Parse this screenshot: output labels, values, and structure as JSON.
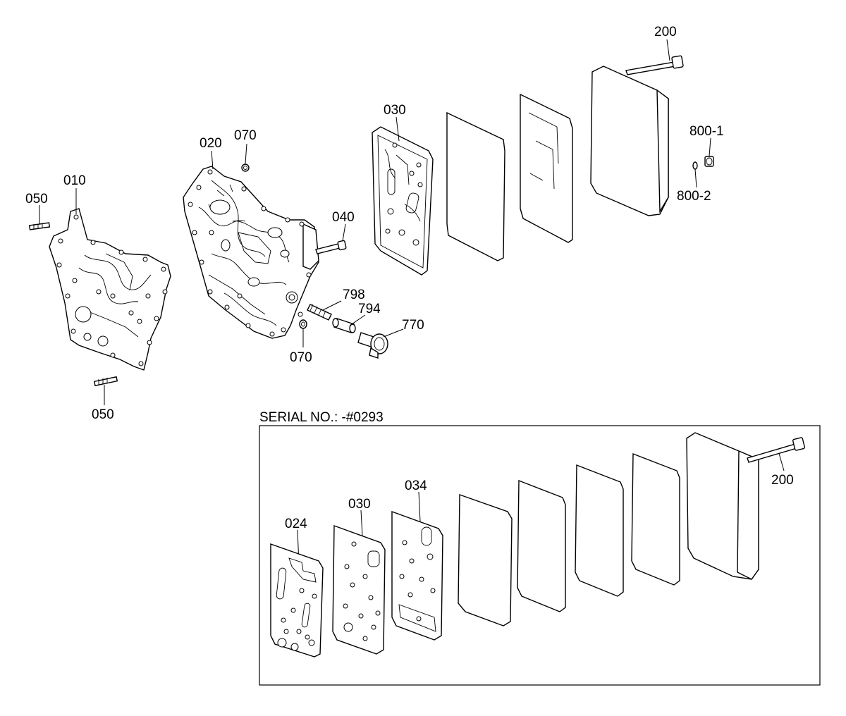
{
  "callouts": {
    "c050_top": "050",
    "c010": "010",
    "c050_bottom": "050",
    "c020": "020",
    "c070_top": "070",
    "c040": "040",
    "c070_bottom": "070",
    "c798": "798",
    "c794": "794",
    "c770": "770",
    "c030_top": "030",
    "c200_top": "200",
    "c800_1": "800-1",
    "c800_2": "800-2",
    "c024": "024",
    "c030_inset": "030",
    "c034": "034",
    "c200_inset": "200"
  },
  "serial_label": "SERIAL NO.: -#0293"
}
